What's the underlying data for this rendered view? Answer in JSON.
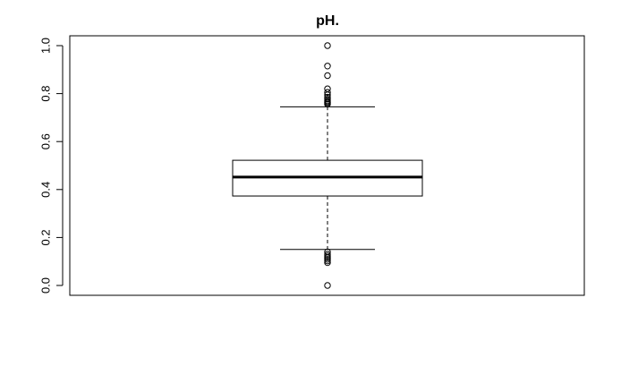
{
  "chart_data": {
    "type": "boxplot",
    "title": "pH.",
    "xlabel": "",
    "ylabel": "",
    "ylim": [
      0.0,
      1.0
    ],
    "yticks": [
      "0.0",
      "0.2",
      "0.4",
      "0.6",
      "0.8",
      "1.0"
    ],
    "grid": false,
    "box": {
      "median": 0.452,
      "q1": 0.373,
      "q3": 0.522,
      "whisker_low": 0.15,
      "whisker_high": 0.745,
      "outliers_high": [
        0.756,
        0.761,
        0.765,
        0.77,
        0.777,
        0.785,
        0.795,
        0.805,
        0.82,
        0.875,
        0.915,
        1.0
      ],
      "outliers_low": [
        0.0,
        0.095,
        0.102,
        0.109,
        0.116,
        0.123,
        0.13,
        0.14
      ]
    },
    "colors": {
      "stroke": "#000000",
      "background": "#ffffff"
    }
  }
}
